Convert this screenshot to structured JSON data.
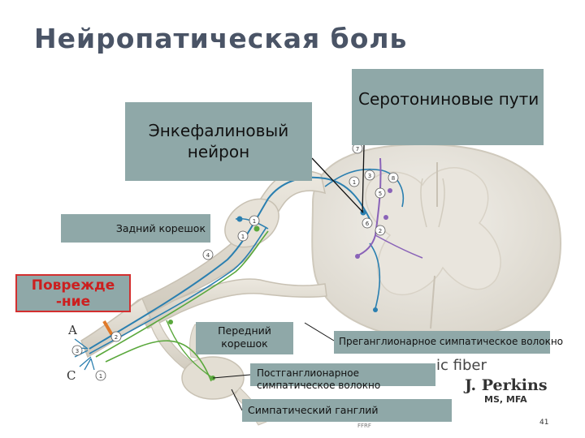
{
  "title": "Нейропатическая боль",
  "labels": {
    "enkephalin_neuron": "Энкефалиновый нейрон",
    "serotonin_pathways": "Серотониновые пути",
    "dorsal_root": "Задний корешок",
    "damage": "Поврежде -ние",
    "ventral_root": "Передний корешок",
    "preganglionic_fiber": "Преганглионарное симпатическое волокно",
    "postganglionic_fiber": "Постганглионарное симпатическое волокно",
    "sympathetic_ganglion": "Симпатический ганглий"
  },
  "figure_text": {
    "letter_a": "A",
    "letter_c": "C",
    "fiber_fragment": "ic fiber",
    "numbers": [
      "7",
      "3",
      "5",
      "6",
      "8",
      "1",
      "2",
      "1",
      "4",
      "1",
      "2",
      "3",
      "1"
    ]
  },
  "credit": {
    "name": "J. Perkins",
    "degree": "MS, MFA"
  },
  "footer": {
    "source": "FFRF",
    "page_number": "41"
  },
  "colors": {
    "title": "#4a5466",
    "label_box": "#8fa8a8",
    "damage_border": "#d32f2f",
    "nerve": "#e2ddd3",
    "fiber_blue": "#2a7fb0",
    "fiber_green": "#5aa83c",
    "fiber_purple": "#8a63b8",
    "injury": "#e07a2a"
  }
}
